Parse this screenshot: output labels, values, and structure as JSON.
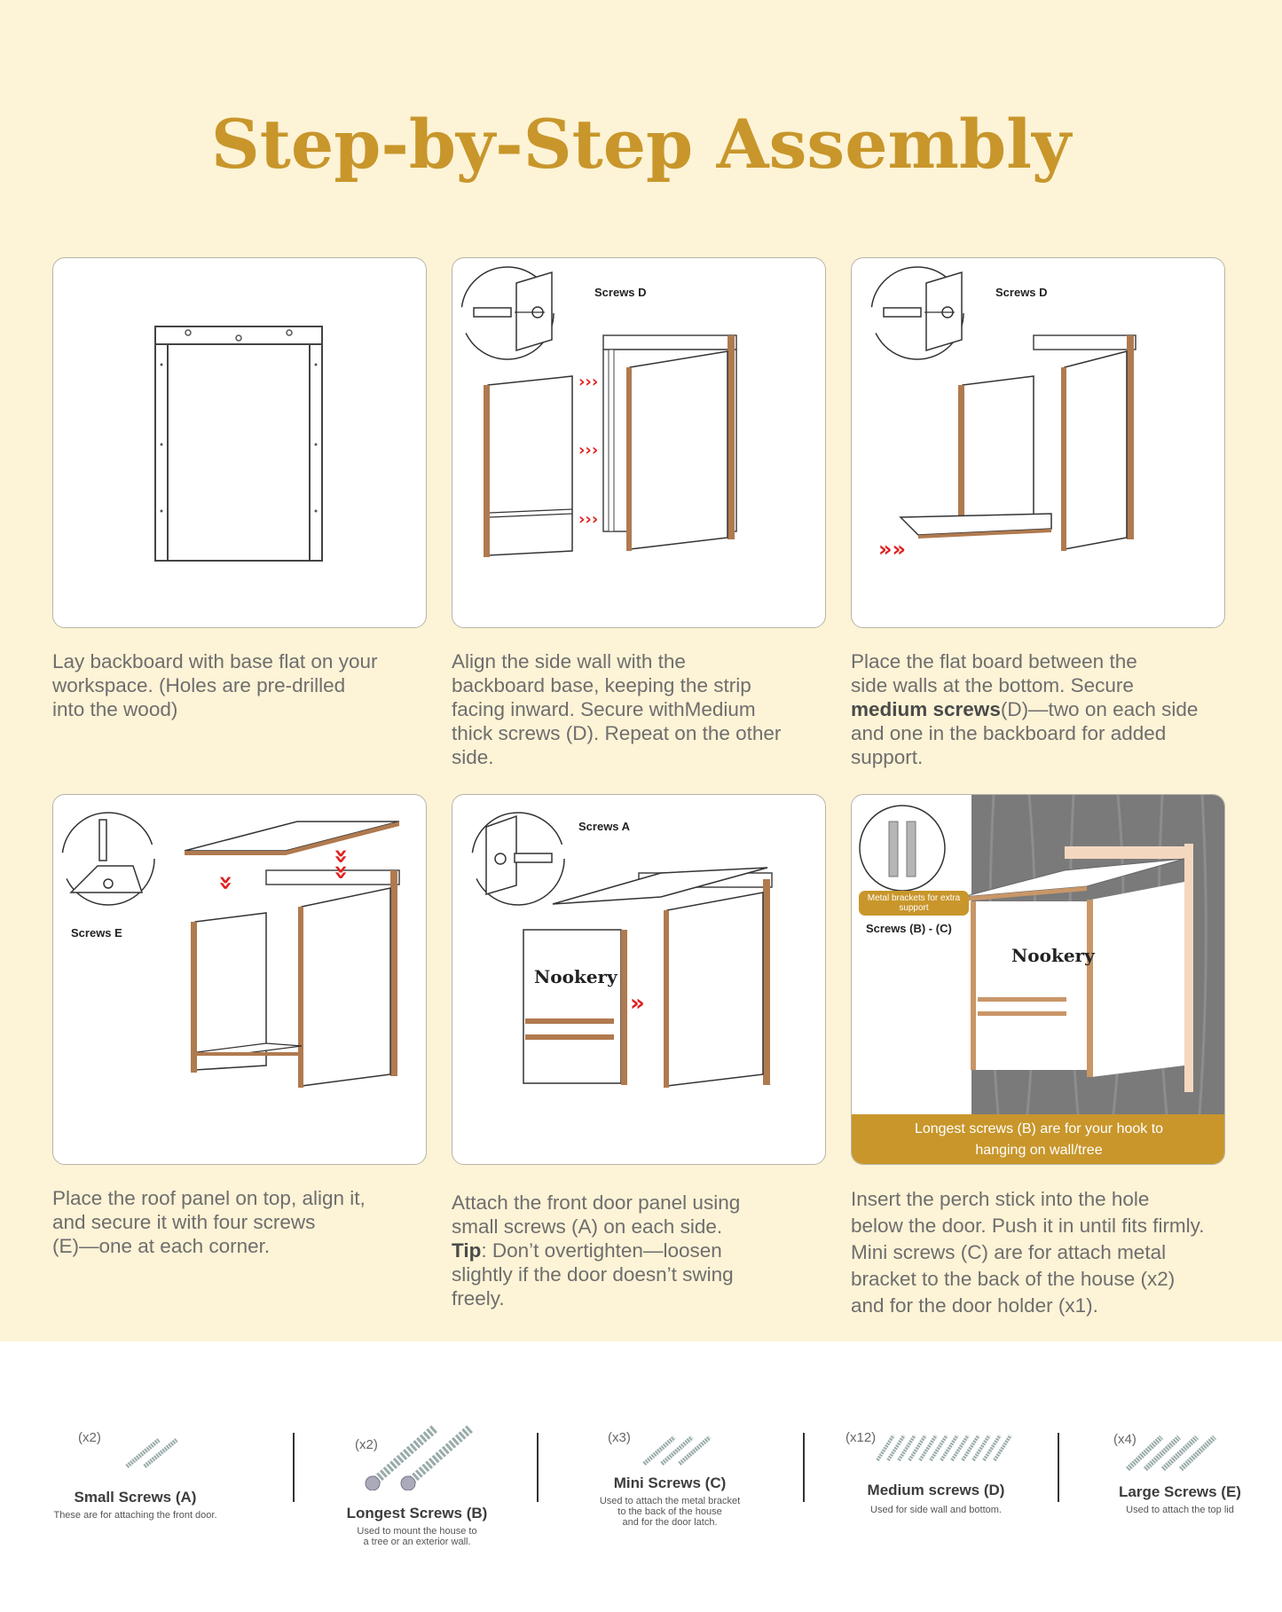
{
  "title": "Step-by-Step Assembly",
  "steps": [
    {
      "caption_lines": [
        "Lay backboard with base flat on your",
        "workspace. (Holes are pre-drilled",
        "into the wood)"
      ]
    },
    {
      "screw_label": "Screws D",
      "caption_lines": [
        "Align the side wall with the",
        "backboard base, keeping the strip",
        "facing inward. Secure withMedium",
        "thick screws (D). Repeat on the other",
        "side."
      ]
    },
    {
      "screw_label": "Screws D",
      "caption_line1": "Place the flat board between the",
      "caption_line2": "side walls at the bottom. Secure",
      "caption_bold": "medium screws",
      "caption_line3_rest": "(D)—two on each side",
      "caption_line4": "and one in the backboard for added",
      "caption_line5": "support."
    },
    {
      "screw_label": "Screws E",
      "caption_lines": [
        "Place the roof panel on top, align it,",
        "and secure it with four screws",
        "(E)—one at each corner."
      ]
    },
    {
      "screw_label": "Screws A",
      "brand": "Nookery",
      "caption_line1": "Attach the front door panel using",
      "caption_line2": "small screws (A) on each side.",
      "tip_label": "Tip",
      "tip_text": ": Don’t overtighten—loosen",
      "caption_line4": "slightly if the door doesn’t swing",
      "caption_line5": "freely."
    },
    {
      "badge": "Metal brackets for extra support",
      "screw_label": "Screws (B) - (C)",
      "brand": "Nookery",
      "banner_line1": "Longest screws (B) are for your hook to",
      "banner_line2": "hanging on wall/tree",
      "caption_lines": [
        "Insert the perch stick into the hole",
        "below the door. Push it in until fits firmly.",
        "Mini screws (C) are for attach metal",
        "bracket to the back of the house (x2)",
        "and for the door holder (x1)."
      ]
    }
  ],
  "screws": [
    {
      "count": "(x2)",
      "name": "Small Screws (A)",
      "desc_lines": [
        "These are for attaching the front door."
      ]
    },
    {
      "count": "(x2)",
      "name": "Longest Screws (B)",
      "desc_lines": [
        "Used to mount the house to",
        "a tree or an exterior wall."
      ]
    },
    {
      "count": "(x3)",
      "name": "Mini Screws (C)",
      "desc_lines": [
        "Used to attach the metal bracket",
        "to the back of the house",
        "and for the door latch."
      ]
    },
    {
      "count": "(x12)",
      "name": "Medium screws (D)",
      "desc_lines": [
        "Used for side wall and bottom."
      ]
    },
    {
      "count": "(x4)",
      "name": "Large Screws (E)",
      "desc_lines": [
        "Used to attach the top lid"
      ]
    }
  ],
  "colors": {
    "accent": "#c8962b",
    "background": "#fdf3d6",
    "wood_edge": "#b07a4f",
    "arrow": "#e02020"
  }
}
